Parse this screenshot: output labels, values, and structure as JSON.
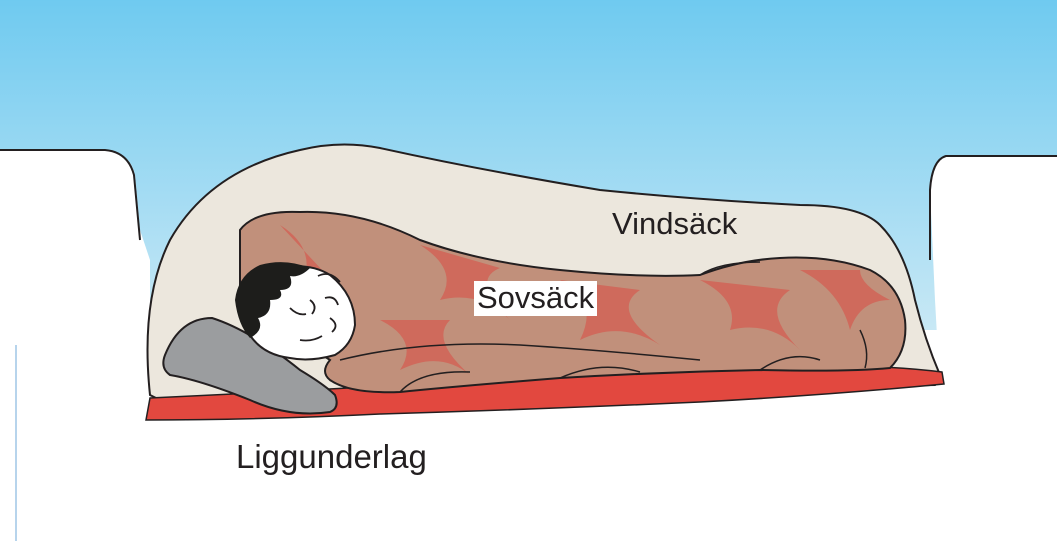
{
  "labels": {
    "wind_bag": "Vindsäck",
    "sleeping_bag": "Sovsäck",
    "sleeping_pad": "Liggunderlag"
  },
  "colors": {
    "sky_top": "#6fcaf0",
    "sky_bottom": "#c8e8f5",
    "snow": "#ffffff",
    "wind_bag": "#ece7dd",
    "sleeping_bag": "#c1907b",
    "sleeping_bag_folds": "#cf6a5c",
    "sleeping_pad": "#e2483f",
    "pillow": "#9b9d9f",
    "hair": "#1d1d1b",
    "outline": "#231f20"
  }
}
